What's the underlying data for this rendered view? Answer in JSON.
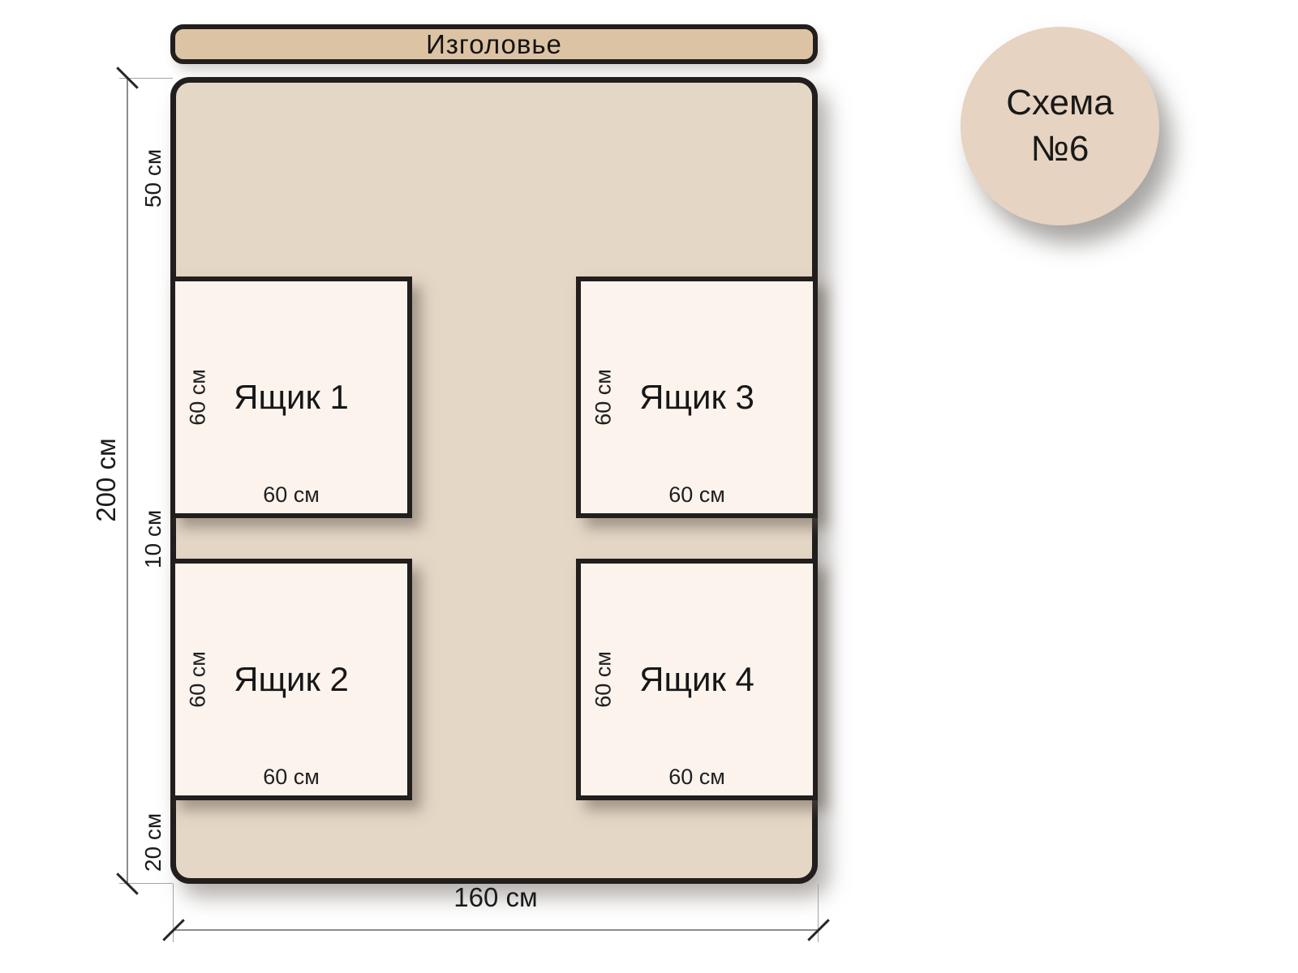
{
  "headboard": {
    "label": "Изголовье"
  },
  "drawers": [
    {
      "label": "Ящик 1",
      "depth_label": "60 см",
      "width_label": "60 см"
    },
    {
      "label": "Ящик 3",
      "depth_label": "60 см",
      "width_label": "60 см"
    },
    {
      "label": "Ящик 2",
      "depth_label": "60 см",
      "width_label": "60 см"
    },
    {
      "label": "Ящик 4",
      "depth_label": "60 см",
      "width_label": "60 см"
    }
  ],
  "dimensions": {
    "total_height": "200 см",
    "segment_top": "50 см",
    "segment_gap": "10 см",
    "segment_bottom": "20 см",
    "total_width": "160 см"
  },
  "badge": {
    "title": "Схема",
    "number": "№6"
  },
  "colors": {
    "headboard_fill": "#dcc3a3",
    "bed_fill": "#e5d7c6",
    "drawer_fill": "#fcf3ed",
    "badge_fill": "#e6d3c1",
    "outline": "#221e1d",
    "dim_line": "#8d8d8d",
    "text": "#1b1b1b"
  }
}
